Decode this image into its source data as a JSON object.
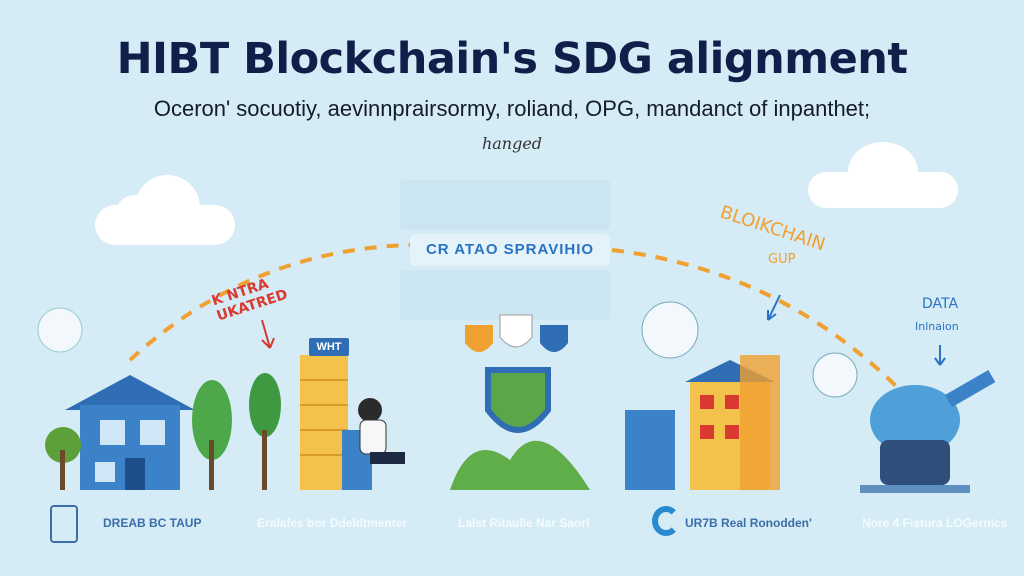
{
  "title": "HIBT Blockchain's SDG alignment",
  "subtitle": "Oceron' socuotiy, aevinnprairsormy, roliand, OPG, mandanct of inpanthet;",
  "subtitle2": "hanged",
  "banner": "CR ATAO SPRAVIHIO",
  "annotations": {
    "left_red": "K NTRA\nUKATRED",
    "right_orange": "BLOIKCHAIN",
    "right_orange_sub": "GUP",
    "right_blue": "DATA",
    "right_blue_sub": "Inlnaion",
    "building_sign": "WHT"
  },
  "footer": [
    {
      "label": "DREAB BC TAUP",
      "has_logo": true
    },
    {
      "label": "Eralafes bor Ddeldtmenter"
    },
    {
      "label": "Lalst Ritaulle Nar Saorl"
    },
    {
      "label": "UR7B Real Ronodden'",
      "has_logo": true
    },
    {
      "label": "Nore 4 Fistura LOGernics"
    }
  ],
  "colors": {
    "background": "#d5ebf5",
    "title": "#0f1f4a",
    "dash": "#f0a030",
    "red": "#d83a2f",
    "blue": "#2a73c2"
  }
}
